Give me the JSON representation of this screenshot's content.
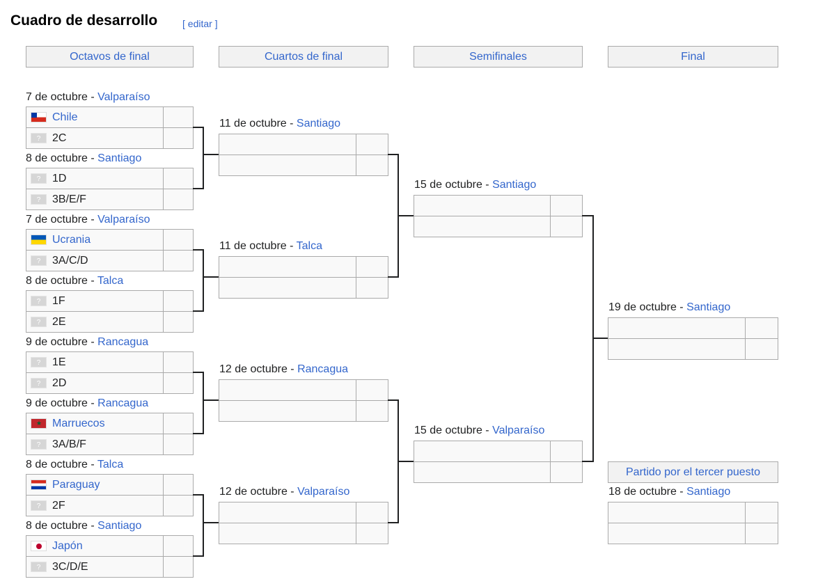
{
  "title": "Cuadro de desarrollo",
  "edit": {
    "open": "[ ",
    "label": "editar",
    "close": " ]"
  },
  "rounds": [
    "Octavos de final",
    "Cuartos de final",
    "Semifinales",
    "Final"
  ],
  "third_place_header": "Partido por el tercer puesto",
  "r16": [
    {
      "date": "7 de octubre",
      "venue": "Valparaíso",
      "teams": [
        {
          "name": "Chile",
          "flag": "chile",
          "link": true
        },
        {
          "name": "2C",
          "flag": "unknown",
          "link": false
        }
      ]
    },
    {
      "date": "8 de octubre",
      "venue": "Santiago",
      "teams": [
        {
          "name": "1D",
          "flag": "unknown",
          "link": false
        },
        {
          "name": "3B/E/F",
          "flag": "unknown",
          "link": false
        }
      ]
    },
    {
      "date": "7 de octubre",
      "venue": "Valparaíso",
      "teams": [
        {
          "name": "Ucrania",
          "flag": "ukraine",
          "link": true
        },
        {
          "name": "3A/C/D",
          "flag": "unknown",
          "link": false
        }
      ]
    },
    {
      "date": "8 de octubre",
      "venue": "Talca",
      "teams": [
        {
          "name": "1F",
          "flag": "unknown",
          "link": false
        },
        {
          "name": "2E",
          "flag": "unknown",
          "link": false
        }
      ]
    },
    {
      "date": "9 de octubre",
      "venue": "Rancagua",
      "teams": [
        {
          "name": "1E",
          "flag": "unknown",
          "link": false
        },
        {
          "name": "2D",
          "flag": "unknown",
          "link": false
        }
      ]
    },
    {
      "date": "9 de octubre",
      "venue": "Rancagua",
      "teams": [
        {
          "name": "Marruecos",
          "flag": "morocco",
          "link": true
        },
        {
          "name": "3A/B/F",
          "flag": "unknown",
          "link": false
        }
      ]
    },
    {
      "date": "8 de octubre",
      "venue": "Talca",
      "teams": [
        {
          "name": "Paraguay",
          "flag": "paraguay",
          "link": true
        },
        {
          "name": "2F",
          "flag": "unknown",
          "link": false
        }
      ]
    },
    {
      "date": "8 de octubre",
      "venue": "Santiago",
      "teams": [
        {
          "name": "Japón",
          "flag": "japan",
          "link": true
        },
        {
          "name": "3C/D/E",
          "flag": "unknown",
          "link": false
        }
      ]
    }
  ],
  "qf": [
    {
      "date": "11 de octubre",
      "venue": "Santiago"
    },
    {
      "date": "11 de octubre",
      "venue": "Talca"
    },
    {
      "date": "12 de octubre",
      "venue": "Rancagua"
    },
    {
      "date": "12 de octubre",
      "venue": "Valparaíso"
    }
  ],
  "sf": [
    {
      "date": "15 de octubre",
      "venue": "Santiago"
    },
    {
      "date": "15 de octubre",
      "venue": "Valparaíso"
    }
  ],
  "final": {
    "date": "19 de octubre",
    "venue": "Santiago"
  },
  "third": {
    "date": "18 de octubre",
    "venue": "Santiago"
  },
  "separator": " - "
}
